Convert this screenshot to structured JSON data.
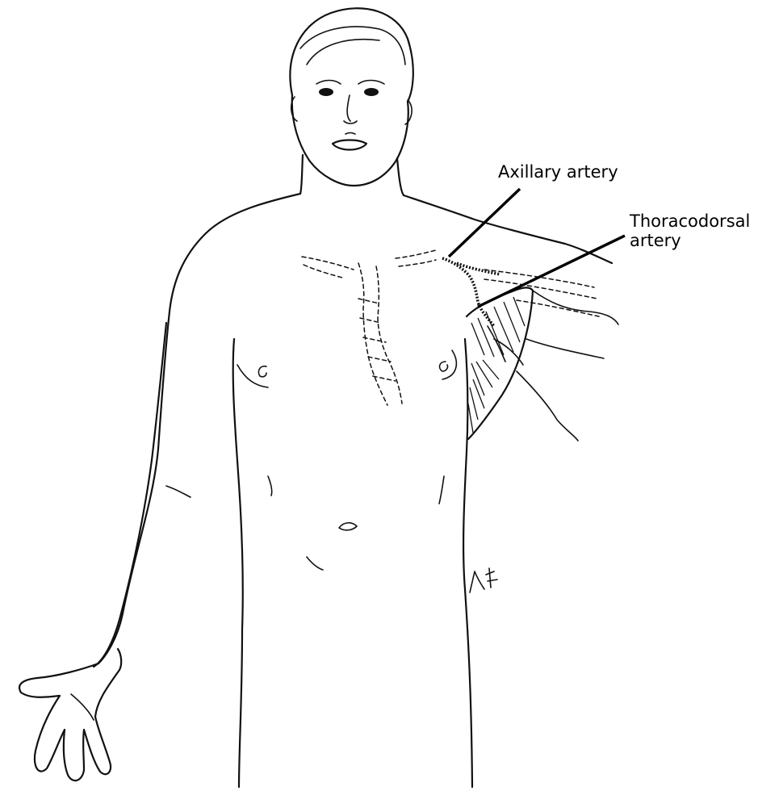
{
  "labels": {
    "axillary_artery": "Axillary artery",
    "thoracodorsal_line1": "Thoracodorsal",
    "thoracodorsal_line2": "artery"
  },
  "colors": {
    "ink": "#111111",
    "background": "#ffffff"
  }
}
